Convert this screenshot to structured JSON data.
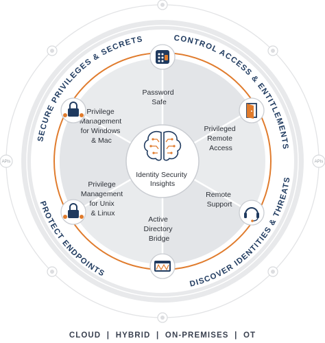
{
  "center": {
    "label_line1": "Identity Security",
    "label_line2": "Insights"
  },
  "segments": [
    {
      "lines": [
        "Password",
        "Safe"
      ]
    },
    {
      "lines": [
        "Privileged",
        "Remote",
        "Access"
      ]
    },
    {
      "lines": [
        "Remote",
        "Support"
      ]
    },
    {
      "lines": [
        "Active",
        "Directory",
        "Bridge"
      ]
    },
    {
      "lines": [
        "Privilege",
        "Management",
        "for Unix",
        "& Linux"
      ]
    },
    {
      "lines": [
        "Privilege",
        "Management",
        "for Windows",
        "& Mac"
      ]
    }
  ],
  "ring_labels": {
    "top_left": "SECURE PRIVILEGES & SECRETS",
    "top_right": "CONTROL ACCESS & ENTITLEMENTS",
    "bottom_right": "DISCOVER IDENTITIES & THREATS",
    "bottom_left": "PROTECT ENDPOINTS"
  },
  "api_labels": {
    "left": "APIs",
    "right": "APIs"
  },
  "footer": "CLOUD  |  HYBRID  |  ON-PREMISES  |  OT",
  "colors": {
    "navy": "#1f3a5f",
    "orange": "#e07b2c",
    "ring_gray": "#e6e7e9",
    "segment_light": "#eef0f2"
  },
  "icons": [
    "keypad-lock-icon",
    "door-icon",
    "headset-icon",
    "window-bridge-icon",
    "padlock-gear-icon",
    "padlock-gear-icon",
    "brain-circuit-icon"
  ]
}
